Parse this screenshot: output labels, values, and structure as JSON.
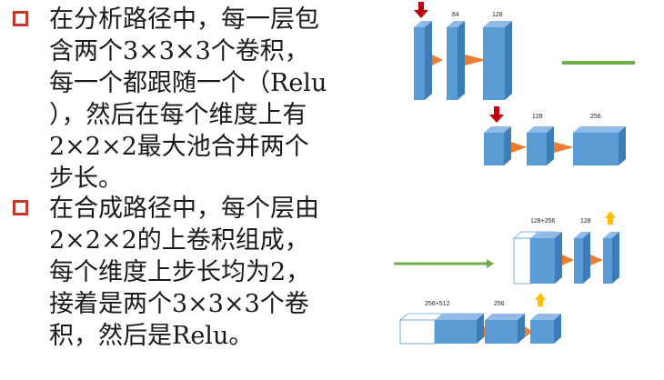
{
  "bullets": [
    {
      "lines": [
        "在分析路径中，每一层包",
        "含两个3×3×3个卷积，",
        "每一个都跟随一个（Relu",
        "），然后在每个维度上有",
        "2×2×2最大池合并两个",
        "步长。"
      ]
    },
    {
      "lines": [
        "在合成路径中，每个层由",
        "2×2×2的上卷积组成，",
        "每个维度上步长均为2，",
        "接着是两个3×3×3个卷",
        "积，然后是Relu。"
      ]
    }
  ],
  "figure": {
    "top_labels": [
      "64",
      "128"
    ],
    "second_labels": [
      "128",
      "256"
    ],
    "up_labels": [
      "128+256",
      "128"
    ],
    "bottom_labels": [
      "256+512",
      "256"
    ],
    "colors": {
      "block_front": "#5b9bd5",
      "block_top": "#8fbbe6",
      "block_side": "#3e7cb8",
      "arrow_orange": "#ed7d31",
      "pool_arrow": "#c0000b",
      "up_arrow": "#ffc000",
      "skip_line": "#70ad47",
      "checkbox": "#c0392b"
    }
  }
}
